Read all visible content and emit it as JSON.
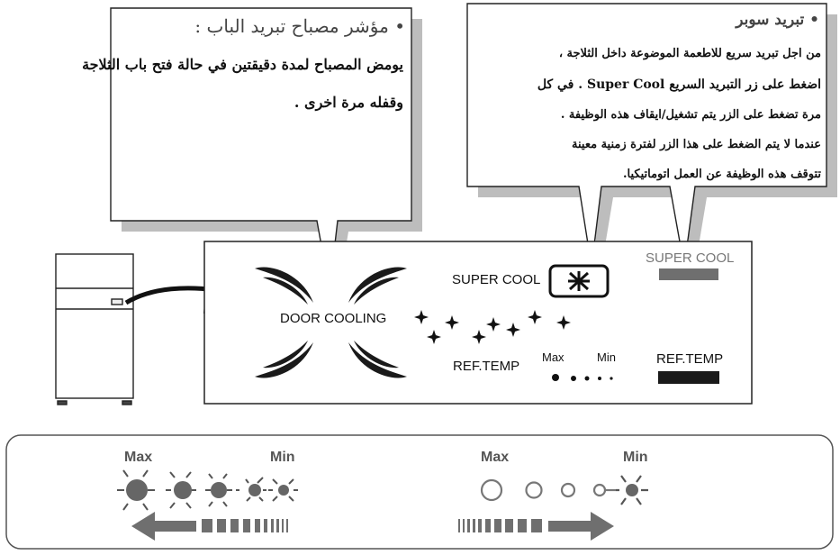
{
  "callout_left": {
    "title": "•  مؤشر مصباح تبريد الباب :",
    "lines": [
      "يومض المصباح لمدة دقيقتين في حالة فتح باب الثلاجة",
      "وقفله مرة اخرى ."
    ]
  },
  "callout_right": {
    "title": "•  تبريد سوبر",
    "lines": [
      "من اجل تبريد سريع للاطعمة  الموضوعة داخل الثلاجة ،",
      "اضغط على زر التبريد السريع Super Cool . في كل",
      "مرة تضغط على الزر يتم تشغيل/ايقاف هذه الوظيفة .",
      "عندما لا يتم الضغط على هذا الزر لفترة زمنية معينة",
      "تتوقف هذه الوظيفة عن العمل اتوماتيكيا."
    ]
  },
  "panel": {
    "door_cooling": "DOOR COOLING",
    "super_cool": "SUPER COOL",
    "super_cool_indicator": "SUPER COOL",
    "ref_temp": "REF.TEMP",
    "ref_temp_indicator": "REF.TEMP",
    "max": "Max",
    "min": "Min"
  },
  "bottom": {
    "left_max": "Max",
    "left_min": "Min",
    "right_max": "Max",
    "right_min": "Min"
  },
  "colors": {
    "indicator_gray": "#6f6f6f",
    "indicator_dark": "#1a1a1a",
    "shadow": "#b9b9b9"
  }
}
